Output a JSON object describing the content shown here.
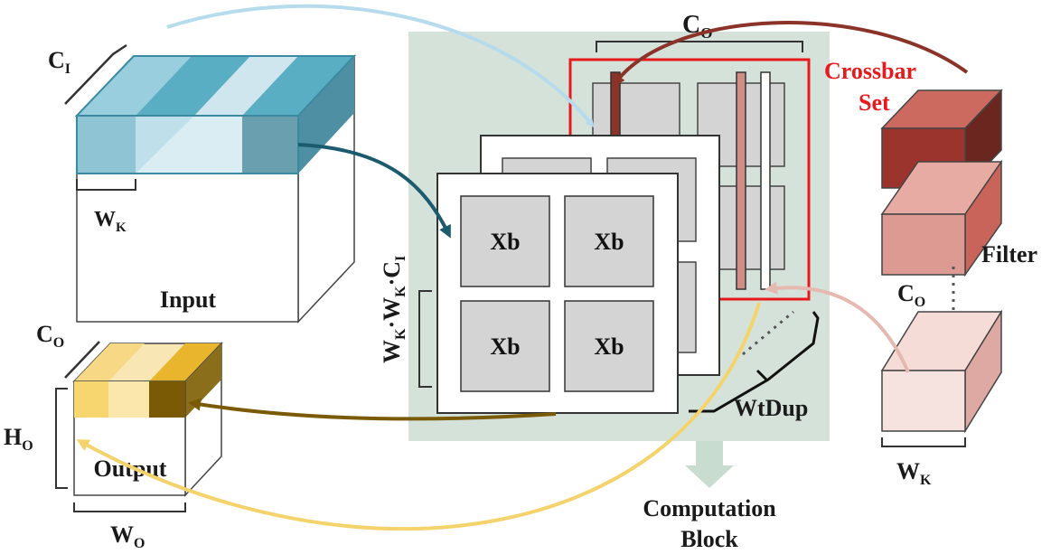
{
  "input": {
    "label": "Input",
    "ci": "C",
    "ci_sub": "I",
    "wk": "W",
    "wk_sub": "K"
  },
  "output": {
    "label": "Output",
    "co": "C",
    "co_sub": "O",
    "ho": "H",
    "ho_sub": "O",
    "wo": "W",
    "wo_sub": "O"
  },
  "block": {
    "xb_label": "Xb",
    "rows_label": {
      "w1": "W",
      "s1": "K",
      "dot1": "·",
      "w2": "W",
      "s2": "K",
      "dot2": "·",
      "c": "C",
      "s3": "I"
    },
    "top_label": "C",
    "top_sub": "O",
    "wtdup": "WtDup",
    "caption_line1": "Computation",
    "caption_line2": "Block"
  },
  "crossbar_set": {
    "line1": "Crossbar",
    "line2": "Set"
  },
  "filter": {
    "label": "Filter",
    "co": "C",
    "co_sub": "O",
    "wk": "W",
    "wk_sub": "K"
  },
  "colors": {
    "panel": "#d5e2da",
    "input_blue": "#5aaec4",
    "output_yellow": "#e8b52c",
    "filter_red": "#a33a32",
    "crossbar_outline": "#e8191c",
    "arrow_light_blue": "#b5dbec",
    "arrow_dark_teal": "#1c5a6e",
    "arrow_olive": "#7a5a05",
    "arrow_yellow": "#f5d36c",
    "arrow_brown": "#8b3329",
    "arrow_pink": "#e5b8b0"
  }
}
